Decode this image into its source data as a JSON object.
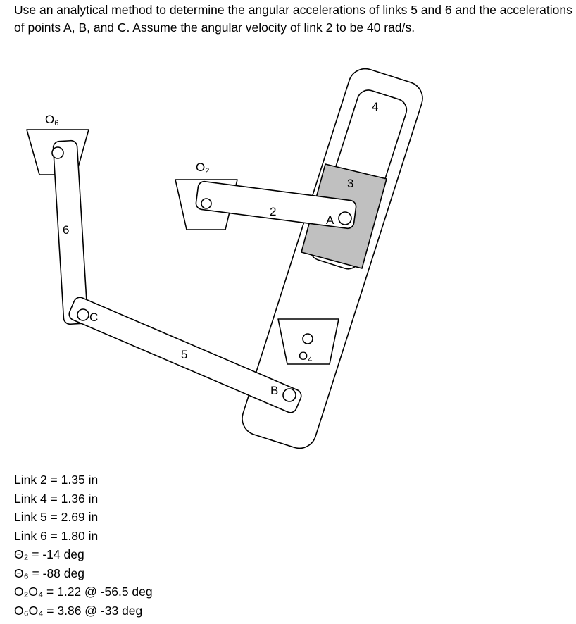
{
  "problem": {
    "text": "Use an analytical method to determine the angular accelerations of links 5 and 6 and the accelerations of points A, B, and C.  Assume the angular velocity of link 2 to be 40 rad/s."
  },
  "diagram": {
    "labels": {
      "o6": {
        "main": "O",
        "sub": "6"
      },
      "o2": {
        "main": "O",
        "sub": "2"
      },
      "o4": {
        "main": "O",
        "sub": "4"
      },
      "link2": "2",
      "link3": "3",
      "link4": "4",
      "link5": "5",
      "link6": "6",
      "a": "A",
      "b": "B",
      "c": "C"
    },
    "colors": {
      "stroke": "#000000",
      "link_fill": "#ffffff",
      "slider_fill": "#c0c0c0"
    }
  },
  "givens": [
    "Link 2 = 1.35 in",
    "Link 4 = 1.36 in",
    "Link 5 = 2.69 in",
    "Link 6 = 1.80 in",
    "Θ₂ = -14 deg",
    "Θ₆ = -88 deg",
    "O₂O₄ = 1.22 @ -56.5 deg",
    "O₆O₄ = 3.86 @ -33 deg"
  ]
}
